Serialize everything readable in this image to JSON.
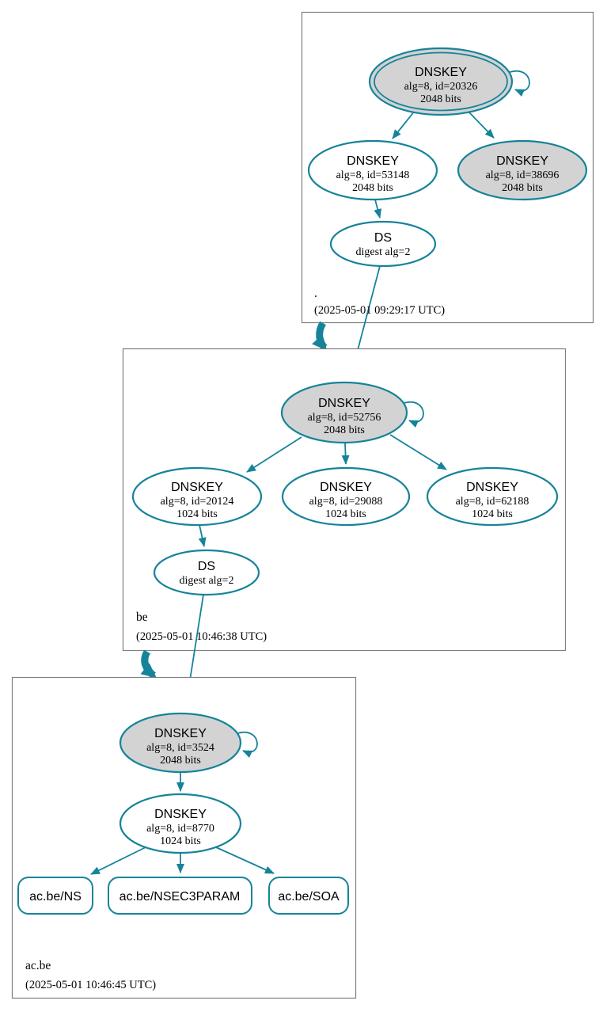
{
  "colors": {
    "teal": "#16839A",
    "node_fill_gray": "#d3d3d3",
    "node_fill_white": "#ffffff",
    "zone_border": "#7f7f7f",
    "text": "#000000"
  },
  "zones": [
    {
      "label": ".",
      "timestamp": "(2025-05-01 09:29:17 UTC)",
      "nodes": {
        "ksk": {
          "type": "DNSKEY",
          "detail": "alg=8, id=20326",
          "bits": "2048 bits"
        },
        "zsk": {
          "type": "DNSKEY",
          "detail": "alg=8, id=53148",
          "bits": "2048 bits"
        },
        "standby_ksk": {
          "type": "DNSKEY",
          "detail": "alg=8, id=38696",
          "bits": "2048 bits"
        },
        "ds": {
          "type": "DS",
          "detail": "digest alg=2"
        }
      }
    },
    {
      "label": "be",
      "timestamp": "(2025-05-01 10:46:38 UTC)",
      "nodes": {
        "ksk": {
          "type": "DNSKEY",
          "detail": "alg=8, id=52756",
          "bits": "2048 bits"
        },
        "zsk1": {
          "type": "DNSKEY",
          "detail": "alg=8, id=20124",
          "bits": "1024 bits"
        },
        "zsk2": {
          "type": "DNSKEY",
          "detail": "alg=8, id=29088",
          "bits": "1024 bits"
        },
        "zsk3": {
          "type": "DNSKEY",
          "detail": "alg=8, id=62188",
          "bits": "1024 bits"
        },
        "ds": {
          "type": "DS",
          "detail": "digest alg=2"
        }
      }
    },
    {
      "label": "ac.be",
      "timestamp": "(2025-05-01 10:46:45 UTC)",
      "nodes": {
        "ksk": {
          "type": "DNSKEY",
          "detail": "alg=8, id=3524",
          "bits": "2048 bits"
        },
        "zsk": {
          "type": "DNSKEY",
          "detail": "alg=8, id=8770",
          "bits": "1024 bits"
        },
        "rrsets": [
          {
            "label": "ac.be/NS"
          },
          {
            "label": "ac.be/NSEC3PARAM"
          },
          {
            "label": "ac.be/SOA"
          }
        ]
      }
    }
  ]
}
